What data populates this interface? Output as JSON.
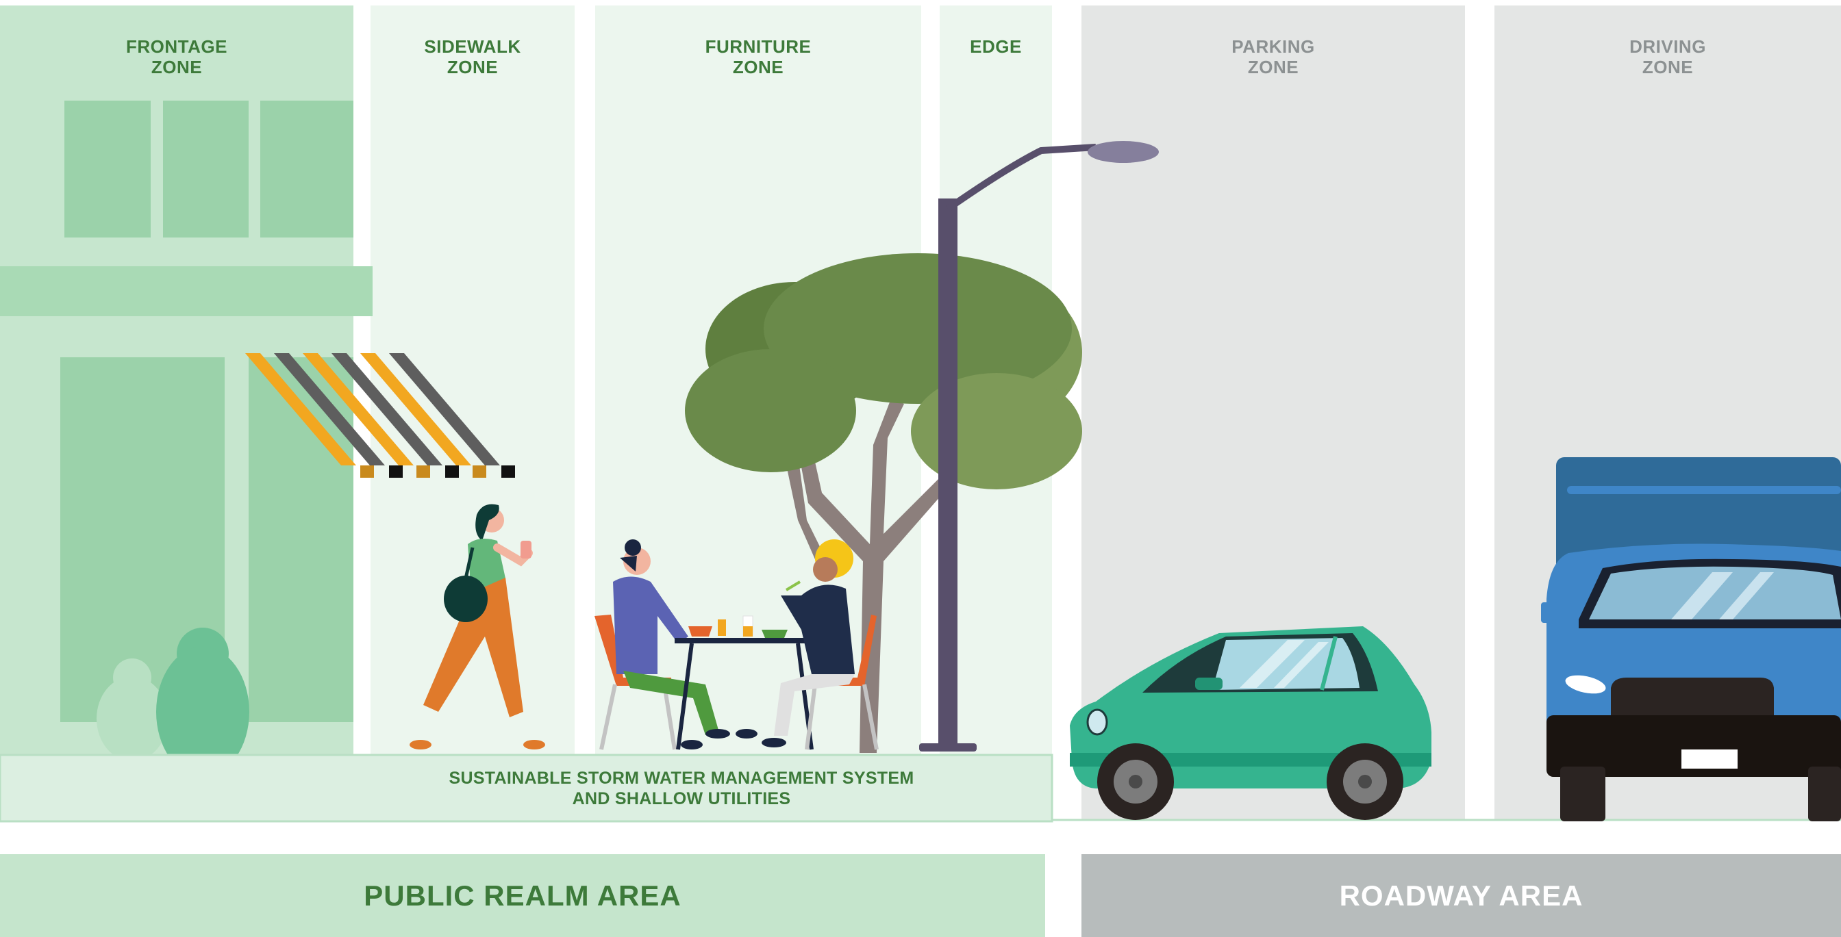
{
  "zones": {
    "frontage": "FRONTAGE\nZONE",
    "sidewalk": "SIDEWALK\nZONE",
    "furniture": "FURNITURE\nZONE",
    "edge": "EDGE",
    "parking": "PARKING\nZONE",
    "driving": "DRIVING\nZONE"
  },
  "storm_water_label": "SUSTAINABLE STORM WATER MANAGEMENT SYSTEM\nAND SHALLOW UTILITIES",
  "areas": {
    "public_realm": "PUBLIC REALM AREA",
    "roadway": "ROADWAY AREA"
  },
  "colors": {
    "public_green_label": "#3d7a3a",
    "roadway_gray_label": "#8c9192",
    "public_band": "#c5e5cc",
    "roadway_band": "#b7bcbc",
    "frontage_bg": "#c6e6ce",
    "sidewalk_bg": "#ecf6ee",
    "roadway_bg": "#e4e6e5",
    "parked_car": "#35b48f",
    "truck_blue": "#3f86c8",
    "tree_green": "#6a8a4a"
  }
}
